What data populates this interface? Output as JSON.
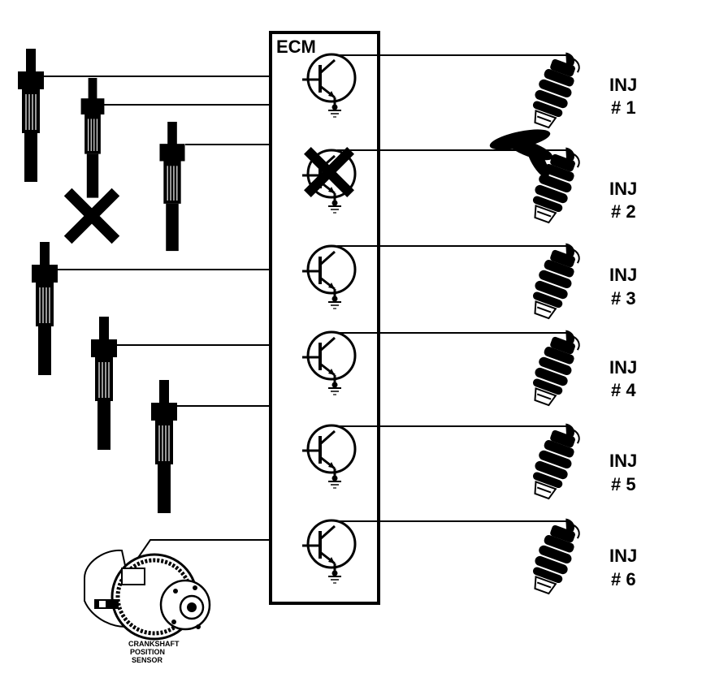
{
  "ecm": {
    "label": "ECM"
  },
  "injectors": [
    {
      "line1": "INJ",
      "line2": "# 1",
      "spraying": true
    },
    {
      "line1": "INJ",
      "line2": "# 2",
      "spraying": false
    },
    {
      "line1": "INJ",
      "line2": "# 3",
      "spraying": false
    },
    {
      "line1": "INJ",
      "line2": "# 4",
      "spraying": false
    },
    {
      "line1": "INJ",
      "line2": "# 5",
      "spraying": false
    },
    {
      "line1": "INJ",
      "line2": "# 6",
      "spraying": false
    }
  ],
  "drivers": [
    {
      "id": 1,
      "failed": false
    },
    {
      "id": 2,
      "failed": true
    },
    {
      "id": 3,
      "failed": false
    },
    {
      "id": 4,
      "failed": false
    },
    {
      "id": 5,
      "failed": false
    },
    {
      "id": 6,
      "failed": false
    }
  ],
  "coils": [
    {
      "id": 1,
      "failed": false
    },
    {
      "id": 2,
      "failed": true
    },
    {
      "id": 3,
      "failed": false
    },
    {
      "id": 4,
      "failed": false
    },
    {
      "id": 5,
      "failed": false
    },
    {
      "id": 6,
      "failed": false
    }
  ],
  "sensor": {
    "line1": "CRANKSHAFT",
    "line2": "POSITION",
    "line3": "SENSOR"
  },
  "colors": {
    "ink": "#000000",
    "paper": "#ffffff"
  }
}
